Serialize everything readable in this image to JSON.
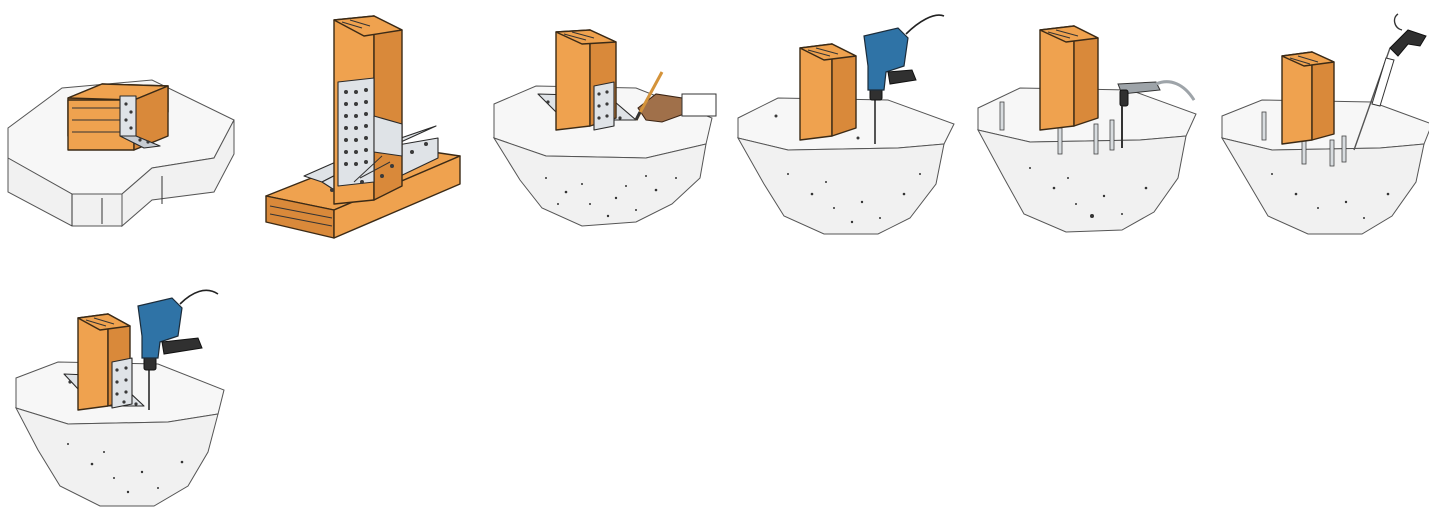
{
  "steps": [
    {
      "icon": "beam-on-concrete-slab-illustration"
    },
    {
      "icon": "post-to-beam-angle-bracket-illustration"
    },
    {
      "icon": "mark-anchor-holes-pencil-illustration"
    },
    {
      "icon": "drill-holes-in-concrete-illustration"
    },
    {
      "icon": "blow-out-holes-air-gun-illustration"
    },
    {
      "icon": "inject-resin-cartridge-gun-illustration"
    },
    {
      "icon": "fasten-bracket-with-drill-illustration"
    }
  ],
  "colors": {
    "timber": "#efa24f",
    "timber_shade": "#d9893a",
    "steel_plate": "#dfe3e7",
    "concrete": "#f1f1f1",
    "drill_body": "#2f73a6",
    "glove": "#a0704a"
  }
}
